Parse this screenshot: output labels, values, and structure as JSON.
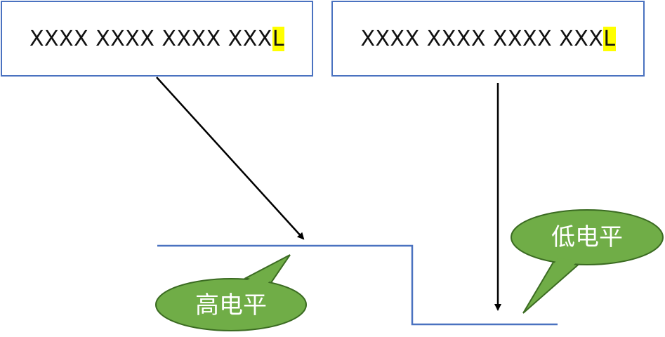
{
  "boxes": {
    "left": {
      "text_main": "XXXX XXXX XXXX XXX",
      "text_highlight": "L"
    },
    "right": {
      "text_main": "XXXX XXXX XXXX XXX",
      "text_highlight": "L"
    }
  },
  "bubbles": {
    "high": {
      "label": "高电平"
    },
    "low": {
      "label": "低电平"
    }
  },
  "colors": {
    "box_border": "#4a72c0",
    "signal_line": "#4a72c0",
    "highlight": "#ffff00",
    "bubble_fill": "#70ad47",
    "bubble_stroke": "#3b6b22",
    "arrow": "#000000"
  }
}
